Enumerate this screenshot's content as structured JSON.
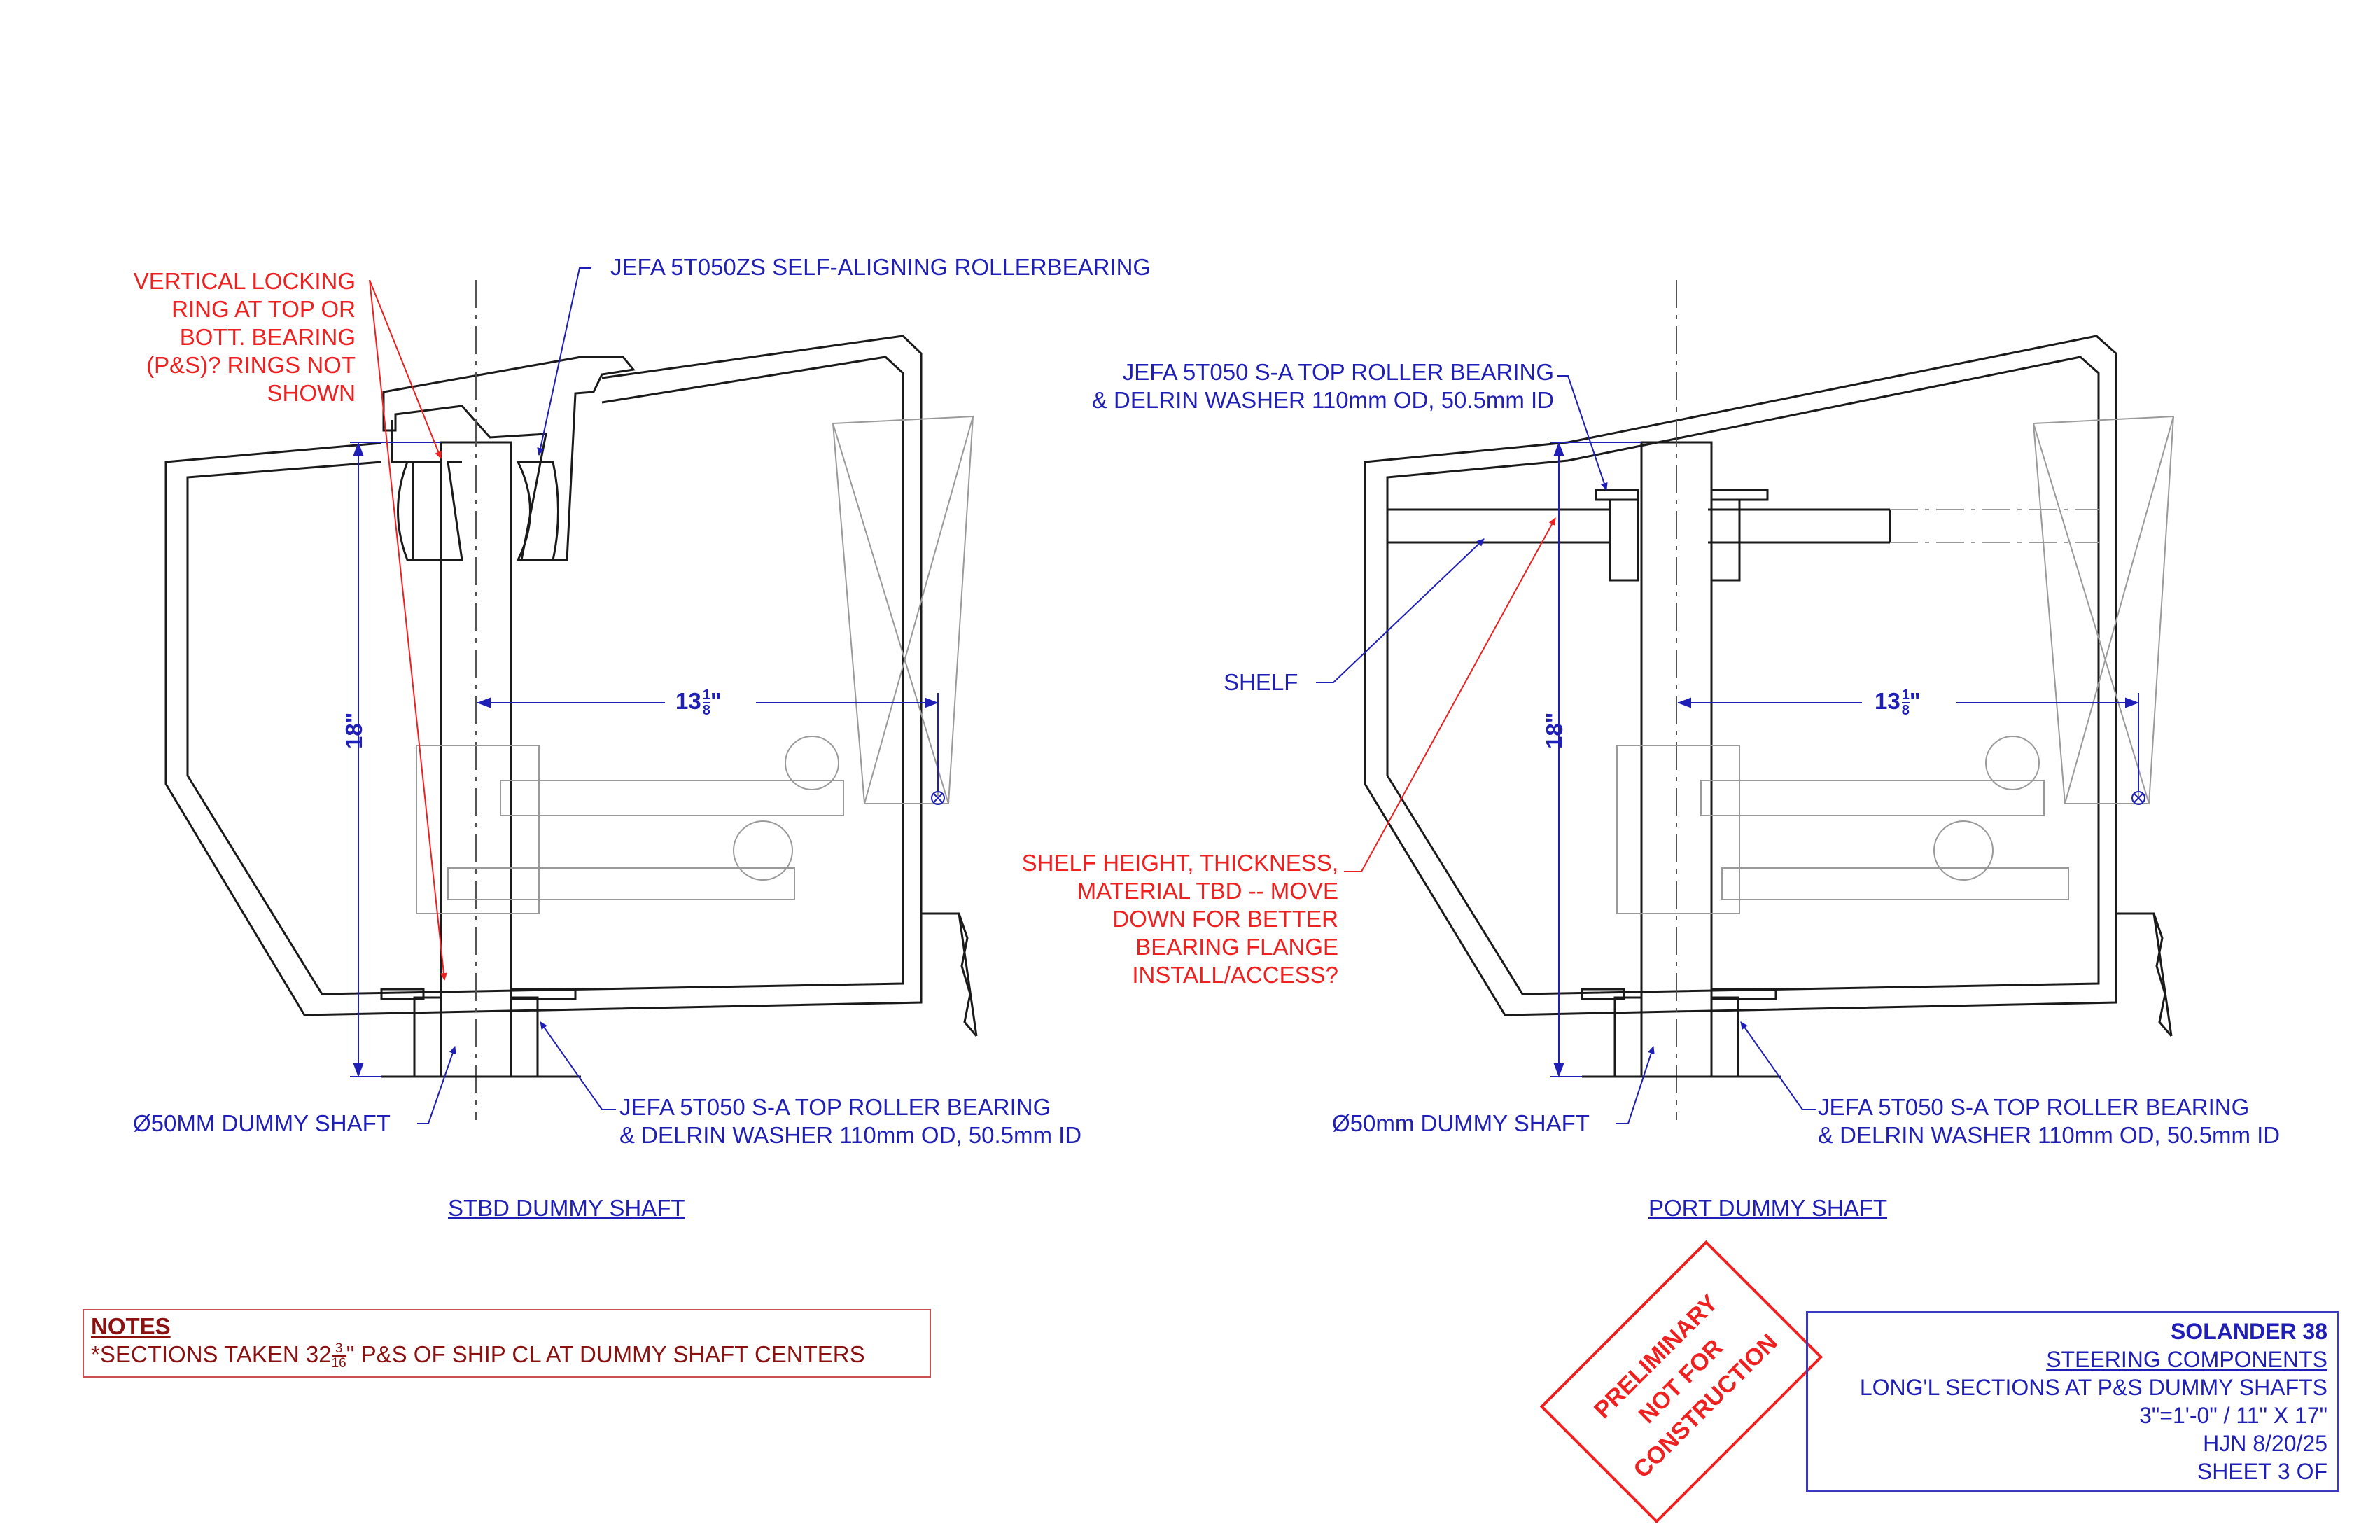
{
  "stbd": {
    "bearing_top_label": "JEFA 5T050ZS SELF-ALIGNING ROLLERBEARING",
    "locking_ring_note": [
      "VERTICAL LOCKING",
      "RING AT TOP OR",
      "BOTT. BEARING",
      "(P&S)? RINGS NOT",
      "SHOWN"
    ],
    "dim_vertical": "18\"",
    "dim_horizontal_whole": "13",
    "dim_horizontal_num": "1",
    "dim_horizontal_den": "8",
    "dim_horizontal_unit": "\"",
    "shaft_label": "Ø50MM DUMMY SHAFT",
    "bottom_bearing_label": [
      "JEFA 5T050 S-A TOP ROLLER BEARING",
      "& DELRIN WASHER 110mm OD, 50.5mm ID"
    ],
    "section_title": "STBD DUMMY SHAFT"
  },
  "port": {
    "top_bearing_label": [
      "JEFA 5T050 S-A TOP ROLLER BEARING",
      "& DELRIN WASHER 110mm OD, 50.5mm ID"
    ],
    "shelf_label": "SHELF",
    "shelf_note": [
      "SHELF HEIGHT, THICKNESS,",
      "MATERIAL TBD -- MOVE",
      "DOWN FOR BETTER",
      "BEARING FLANGE",
      "INSTALL/ACCESS?"
    ],
    "dim_vertical": "18\"",
    "dim_horizontal_whole": "13",
    "dim_horizontal_num": "1",
    "dim_horizontal_den": "8",
    "dim_horizontal_unit": "\"",
    "shaft_label": "Ø50mm DUMMY SHAFT",
    "bottom_bearing_label": [
      "JEFA 5T050 S-A TOP ROLLER BEARING",
      "& DELRIN WASHER 110mm OD, 50.5mm ID"
    ],
    "section_title": "PORT DUMMY SHAFT"
  },
  "notes": {
    "title": "NOTES",
    "text_prefix": "*SECTIONS TAKEN 32",
    "frac_num": "3",
    "frac_den": "16",
    "text_suffix": "\" P&S OF SHIP CL AT DUMMY SHAFT CENTERS"
  },
  "stamp": [
    "PRELIMINARY",
    "NOT FOR",
    "CONSTRUCTION"
  ],
  "title_block": {
    "project": "SOLANDER 38",
    "subject": "STEERING COMPONENTS",
    "description": "LONG'L SECTIONS AT P&S DUMMY SHAFTS",
    "scale": "3\"=1'-0\" / 11\" X 17\"",
    "author_date": "HJN 8/20/25",
    "sheet": "SHEET 3 OF"
  },
  "colors": {
    "structure": "#1a1a1a",
    "faint": "#9a9a9a",
    "annotation_blue": "#1f1fb8",
    "annotation_red": "#ee2020",
    "notes_dark_red": "#8b1111"
  }
}
